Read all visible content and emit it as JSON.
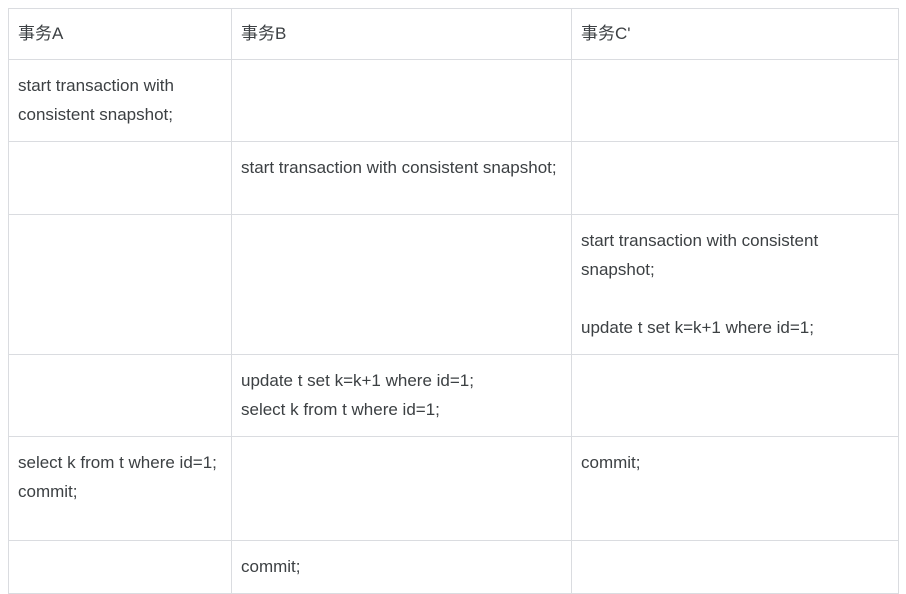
{
  "table": {
    "headers": [
      {
        "label": "事务A",
        "name": "column-header-transaction-a"
      },
      {
        "label": "事务B",
        "name": "column-header-transaction-b"
      },
      {
        "label": "事务C'",
        "name": "column-header-transaction-c-prime"
      }
    ],
    "rows": [
      {
        "a": [
          "start transaction with consistent snapshot;"
        ],
        "b": [],
        "c": []
      },
      {
        "a": [],
        "b": [
          "start transaction with consistent snapshot;"
        ],
        "c": []
      },
      {
        "a": [],
        "b": [],
        "c": [
          "start transaction with consistent snapshot;",
          "update t set k=k+1 where id=1;"
        ]
      },
      {
        "a": [],
        "b": [
          "update t set k=k+1 where id=1;",
          "select k from t where id=1;"
        ],
        "c": []
      },
      {
        "a": [
          "select k from t where id=1;",
          "commit;"
        ],
        "b": [],
        "c": [
          "commit;"
        ]
      },
      {
        "a": [],
        "b": [
          "commit;"
        ],
        "c": []
      }
    ]
  },
  "style": {
    "border_color": "#dadce0",
    "text_color": "#3c4043",
    "background": "#ffffff"
  }
}
